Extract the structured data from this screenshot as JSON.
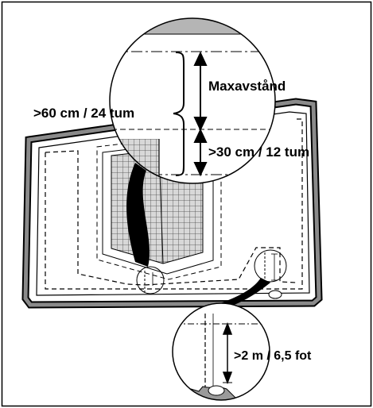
{
  "labels": {
    "max_distance": "Maxavstånd",
    "outer_distance": ">60 cm / 24 tum",
    "inner_distance": ">30 cm / 12 tum",
    "corridor_distance": ">2 m / 6,5 fot"
  },
  "colors": {
    "ink": "#000000",
    "wire_fill": "#9a9a9a",
    "boundary_fill": "#6e6e6e",
    "lawn_background": "#ffffff"
  },
  "icons": [
    "boundary-wire",
    "garden-bed-grid",
    "magnifier-circle",
    "dimension-arrow"
  ]
}
